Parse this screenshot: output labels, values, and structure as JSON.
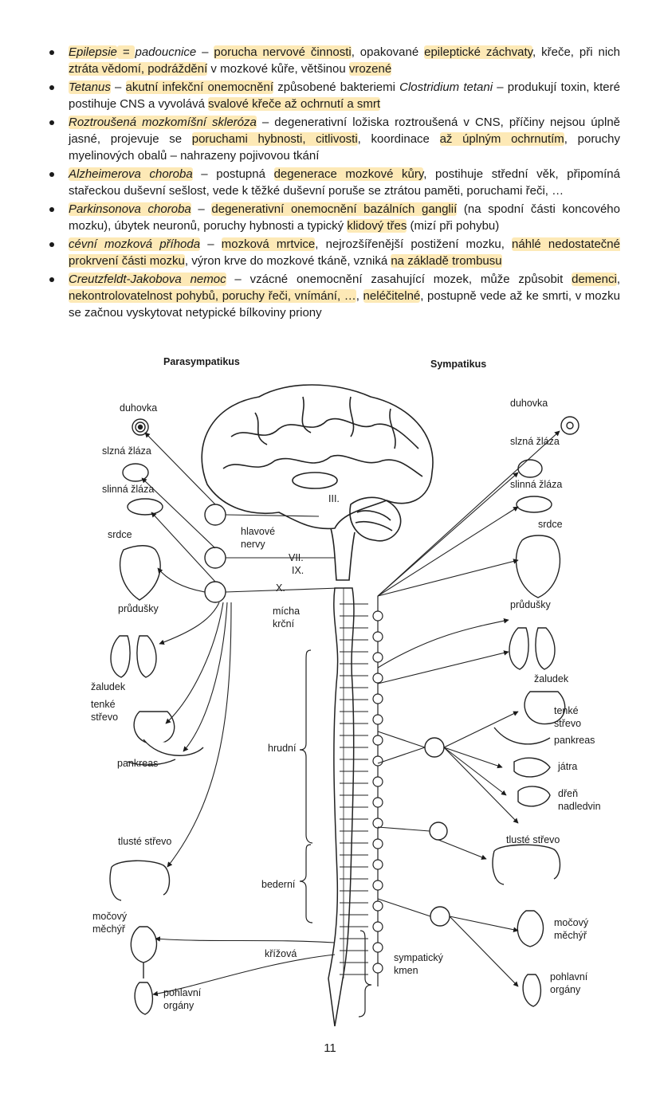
{
  "bullets": [
    {
      "parts": [
        {
          "t": "Epilepsie",
          "i": true,
          "h": true
        },
        {
          "t": " = ",
          "i": true,
          "h": true
        },
        {
          "t": "padoucnice",
          "i": true
        },
        {
          "t": " – "
        },
        {
          "t": "porucha nervové činnosti",
          "h": true
        },
        {
          "t": ", opakované "
        },
        {
          "t": "epileptické záchvaty",
          "h": true
        },
        {
          "t": ", křeče, při nich "
        },
        {
          "t": "ztráta vědomí, podráždění",
          "h": true
        },
        {
          "t": " v mozkové kůře, většinou "
        },
        {
          "t": "vrozené",
          "h": true
        }
      ]
    },
    {
      "parts": [
        {
          "t": "Tetanus",
          "i": true,
          "h": true
        },
        {
          "t": " – "
        },
        {
          "t": "akutní infekční onemocnění",
          "h": true
        },
        {
          "t": " způsobené bakteriemi "
        },
        {
          "t": "Clostridium tetani",
          "i": true
        },
        {
          "t": " – produkují toxin, které postihuje CNS a vyvolává "
        },
        {
          "t": "svalové křeče až ochrnutí a smrt",
          "h": true
        }
      ]
    },
    {
      "parts": [
        {
          "t": "Roztroušená mozkomíšní skleróza",
          "i": true,
          "h": true
        },
        {
          "t": " – degenerativní ložiska roztroušená v CNS, příčiny nejsou úplně jasné, projevuje se "
        },
        {
          "t": "poruchami hybnosti, citlivosti",
          "h": true
        },
        {
          "t": ", koordinace "
        },
        {
          "t": "až úplným ochrnutím",
          "h": true
        },
        {
          "t": ", poruchy myelinových obalů – nahrazeny pojivovou tkání"
        }
      ]
    },
    {
      "parts": [
        {
          "t": "Alzheimerova choroba",
          "i": true,
          "h": true
        },
        {
          "t": " – postupná "
        },
        {
          "t": "degenerace mozkové kůry",
          "h": true
        },
        {
          "t": ", postihuje střední věk, připomíná stařeckou duševní sešlost, vede k těžké duševní poruše se ztrátou paměti, poruchami řeči, …"
        }
      ]
    },
    {
      "parts": [
        {
          "t": "Parkinsonova choroba",
          "i": true,
          "h": true
        },
        {
          "t": " – "
        },
        {
          "t": "degenerativní onemocnění bazálních ganglií",
          "h": true
        },
        {
          "t": " (na spodní části koncového mozku), úbytek neuronů, poruchy hybnosti a typický "
        },
        {
          "t": "klidový třes",
          "h": true
        },
        {
          "t": " (mizí při pohybu)"
        }
      ]
    },
    {
      "parts": [
        {
          "t": "cévní mozková příhoda",
          "i": true,
          "h": true
        },
        {
          "t": " – "
        },
        {
          "t": "mozková mrtvice",
          "h": true
        },
        {
          "t": ", nejrozšířenější postižení mozku, "
        },
        {
          "t": "náhlé nedostatečné prokrvení části mozku",
          "h": true
        },
        {
          "t": ", výron krve do mozkové tkáně, vzniká "
        },
        {
          "t": "na základě trombusu",
          "h": true
        }
      ]
    },
    {
      "parts": [
        {
          "t": "Creutzfeldt-Jakobova nemoc",
          "i": true,
          "h": true
        },
        {
          "t": " – vzácné onemocnění zasahující mozek, může způsobit "
        },
        {
          "t": "demenci",
          "h": true
        },
        {
          "t": ", "
        },
        {
          "t": "nekontrolovatelnost pohybů, poruchy řeči, vnímání, …",
          "h": true
        },
        {
          "t": ", "
        },
        {
          "t": "neléčitelné",
          "h": true
        },
        {
          "t": ", postupně vede až ke smrti, v mozku se začnou vyskytovat netypické bílkoviny priony"
        }
      ]
    }
  ],
  "diagram": {
    "parasympathetic_title": "Parasympatikus",
    "sympathetic_title": "Sympatikus",
    "left_labels": {
      "duhovka": "duhovka",
      "slzna": "slzná žláza",
      "slinna": "slinná žláza",
      "srdce": "srdce",
      "prudusky": "průdušky",
      "zaludek": "žaludek",
      "tenke1": "tenké",
      "tenke2": "střevo",
      "pankreas": "pankreas",
      "tluste": "tlusté střevo",
      "mocovy1": "močový",
      "mocovy2": "měchýř",
      "pohlavni1": "pohlavní",
      "pohlavni2": "orgány"
    },
    "right_labels": {
      "duhovka": "duhovka",
      "slzna": "slzná žláza",
      "slinna": "slinná žláza",
      "srdce": "srdce",
      "prudusky": "průdušky",
      "zaludek": "žaludek",
      "tenke1": "tenké",
      "tenke2": "střevo",
      "pankreas": "pankreas",
      "jatra": "játra",
      "dren1": "dřeň",
      "dren2": "nadledvin",
      "tluste": "tlusté střevo",
      "mocovy1": "močový",
      "mocovy2": "měchýř",
      "pohlavni1": "pohlavní",
      "pohlavni2": "orgány"
    },
    "center_labels": {
      "hlavove1": "hlavové",
      "hlavove2": "nervy",
      "n3": "III.",
      "n7": "VII.",
      "n9": "IX.",
      "n10": "X.",
      "micha1": "mícha",
      "micha2": "krční",
      "hrudni": "hrudní",
      "bederni": "bederní",
      "krizova": "křížová",
      "kmen1": "sympatický",
      "kmen2": "kmen"
    }
  },
  "page_number": "11"
}
